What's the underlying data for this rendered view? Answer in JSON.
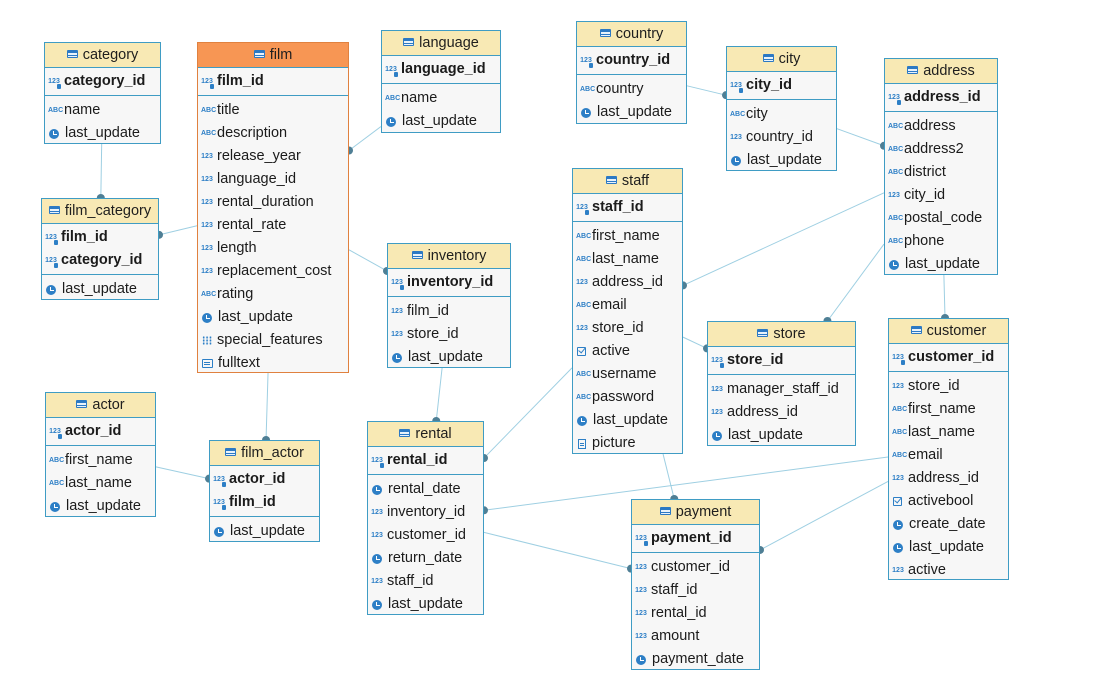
{
  "entities": [
    {
      "id": "category",
      "title": "category",
      "selected": false,
      "pk": [
        {
          "name": "category_id",
          "icon": "pk-numeric-icon"
        }
      ],
      "attrs": [
        {
          "name": "name",
          "icon": "text-type-icon"
        },
        {
          "name": "last_update",
          "icon": "timestamp-icon"
        }
      ]
    },
    {
      "id": "film",
      "title": "film",
      "selected": true,
      "pk": [
        {
          "name": "film_id",
          "icon": "pk-numeric-icon"
        }
      ],
      "attrs": [
        {
          "name": "title",
          "icon": "text-type-icon"
        },
        {
          "name": "description",
          "icon": "text-type-icon"
        },
        {
          "name": "release_year",
          "icon": "numeric-type-icon"
        },
        {
          "name": "language_id",
          "icon": "numeric-type-icon"
        },
        {
          "name": "rental_duration",
          "icon": "numeric-type-icon"
        },
        {
          "name": "rental_rate",
          "icon": "numeric-type-icon"
        },
        {
          "name": "length",
          "icon": "numeric-type-icon"
        },
        {
          "name": "replacement_cost",
          "icon": "numeric-type-icon"
        },
        {
          "name": "rating",
          "icon": "text-type-icon"
        },
        {
          "name": "last_update",
          "icon": "timestamp-icon"
        },
        {
          "name": "special_features",
          "icon": "array-type-icon"
        },
        {
          "name": "fulltext",
          "icon": "document-type-icon"
        }
      ]
    },
    {
      "id": "language",
      "title": "language",
      "selected": false,
      "pk": [
        {
          "name": "language_id",
          "icon": "pk-numeric-icon"
        }
      ],
      "attrs": [
        {
          "name": "name",
          "icon": "text-type-icon"
        },
        {
          "name": "last_update",
          "icon": "timestamp-icon"
        }
      ]
    },
    {
      "id": "country",
      "title": "country",
      "selected": false,
      "pk": [
        {
          "name": "country_id",
          "icon": "pk-numeric-icon"
        }
      ],
      "attrs": [
        {
          "name": "country",
          "icon": "text-type-icon"
        },
        {
          "name": "last_update",
          "icon": "timestamp-icon"
        }
      ]
    },
    {
      "id": "city",
      "title": "city",
      "selected": false,
      "pk": [
        {
          "name": "city_id",
          "icon": "pk-numeric-icon"
        }
      ],
      "attrs": [
        {
          "name": "city",
          "icon": "text-type-icon"
        },
        {
          "name": "country_id",
          "icon": "numeric-type-icon"
        },
        {
          "name": "last_update",
          "icon": "timestamp-icon"
        }
      ]
    },
    {
      "id": "address",
      "title": "address",
      "selected": false,
      "pk": [
        {
          "name": "address_id",
          "icon": "pk-numeric-icon"
        }
      ],
      "attrs": [
        {
          "name": "address",
          "icon": "text-type-icon"
        },
        {
          "name": "address2",
          "icon": "text-type-icon"
        },
        {
          "name": "district",
          "icon": "text-type-icon"
        },
        {
          "name": "city_id",
          "icon": "numeric-type-icon"
        },
        {
          "name": "postal_code",
          "icon": "text-type-icon"
        },
        {
          "name": "phone",
          "icon": "text-type-icon"
        },
        {
          "name": "last_update",
          "icon": "timestamp-icon"
        }
      ]
    },
    {
      "id": "film_category",
      "title": "film_category",
      "selected": false,
      "pk": [
        {
          "name": "film_id",
          "icon": "pk-numeric-icon"
        },
        {
          "name": "category_id",
          "icon": "pk-numeric-icon"
        }
      ],
      "attrs": [
        {
          "name": "last_update",
          "icon": "timestamp-icon"
        }
      ]
    },
    {
      "id": "staff",
      "title": "staff",
      "selected": false,
      "pk": [
        {
          "name": "staff_id",
          "icon": "pk-numeric-icon"
        }
      ],
      "attrs": [
        {
          "name": "first_name",
          "icon": "text-type-icon"
        },
        {
          "name": "last_name",
          "icon": "text-type-icon"
        },
        {
          "name": "address_id",
          "icon": "numeric-type-icon"
        },
        {
          "name": "email",
          "icon": "text-type-icon"
        },
        {
          "name": "store_id",
          "icon": "numeric-type-icon"
        },
        {
          "name": "active",
          "icon": "boolean-type-icon"
        },
        {
          "name": "username",
          "icon": "text-type-icon"
        },
        {
          "name": "password",
          "icon": "text-type-icon"
        },
        {
          "name": "last_update",
          "icon": "timestamp-icon"
        },
        {
          "name": "picture",
          "icon": "binary-type-icon"
        }
      ]
    },
    {
      "id": "inventory",
      "title": "inventory",
      "selected": false,
      "pk": [
        {
          "name": "inventory_id",
          "icon": "pk-numeric-icon"
        }
      ],
      "attrs": [
        {
          "name": "film_id",
          "icon": "numeric-type-icon"
        },
        {
          "name": "store_id",
          "icon": "numeric-type-icon"
        },
        {
          "name": "last_update",
          "icon": "timestamp-icon"
        }
      ]
    },
    {
      "id": "store",
      "title": "store",
      "selected": false,
      "pk": [
        {
          "name": "store_id",
          "icon": "pk-numeric-icon"
        }
      ],
      "attrs": [
        {
          "name": "manager_staff_id",
          "icon": "numeric-type-icon"
        },
        {
          "name": "address_id",
          "icon": "numeric-type-icon"
        },
        {
          "name": "last_update",
          "icon": "timestamp-icon"
        }
      ]
    },
    {
      "id": "customer",
      "title": "customer",
      "selected": false,
      "pk": [
        {
          "name": "customer_id",
          "icon": "pk-numeric-icon"
        }
      ],
      "attrs": [
        {
          "name": "store_id",
          "icon": "numeric-type-icon"
        },
        {
          "name": "first_name",
          "icon": "text-type-icon"
        },
        {
          "name": "last_name",
          "icon": "text-type-icon"
        },
        {
          "name": "email",
          "icon": "text-type-icon"
        },
        {
          "name": "address_id",
          "icon": "numeric-type-icon"
        },
        {
          "name": "activebool",
          "icon": "boolean-type-icon"
        },
        {
          "name": "create_date",
          "icon": "timestamp-icon"
        },
        {
          "name": "last_update",
          "icon": "timestamp-icon"
        },
        {
          "name": "active",
          "icon": "numeric-type-icon"
        }
      ]
    },
    {
      "id": "actor",
      "title": "actor",
      "selected": false,
      "pk": [
        {
          "name": "actor_id",
          "icon": "pk-numeric-icon"
        }
      ],
      "attrs": [
        {
          "name": "first_name",
          "icon": "text-type-icon"
        },
        {
          "name": "last_name",
          "icon": "text-type-icon"
        },
        {
          "name": "last_update",
          "icon": "timestamp-icon"
        }
      ]
    },
    {
      "id": "film_actor",
      "title": "film_actor",
      "selected": false,
      "pk": [
        {
          "name": "actor_id",
          "icon": "pk-numeric-icon"
        },
        {
          "name": "film_id",
          "icon": "pk-numeric-icon"
        }
      ],
      "attrs": [
        {
          "name": "last_update",
          "icon": "timestamp-icon"
        }
      ]
    },
    {
      "id": "rental",
      "title": "rental",
      "selected": false,
      "pk": [
        {
          "name": "rental_id",
          "icon": "pk-numeric-icon"
        }
      ],
      "attrs": [
        {
          "name": "rental_date",
          "icon": "timestamp-icon"
        },
        {
          "name": "inventory_id",
          "icon": "numeric-type-icon"
        },
        {
          "name": "customer_id",
          "icon": "numeric-type-icon"
        },
        {
          "name": "return_date",
          "icon": "timestamp-icon"
        },
        {
          "name": "staff_id",
          "icon": "numeric-type-icon"
        },
        {
          "name": "last_update",
          "icon": "timestamp-icon"
        }
      ]
    },
    {
      "id": "payment",
      "title": "payment",
      "selected": false,
      "pk": [
        {
          "name": "payment_id",
          "icon": "pk-numeric-icon"
        }
      ],
      "attrs": [
        {
          "name": "customer_id",
          "icon": "numeric-type-icon"
        },
        {
          "name": "staff_id",
          "icon": "numeric-type-icon"
        },
        {
          "name": "rental_id",
          "icon": "numeric-type-icon"
        },
        {
          "name": "amount",
          "icon": "numeric-type-icon"
        },
        {
          "name": "payment_date",
          "icon": "timestamp-icon"
        }
      ]
    }
  ],
  "relationships": [
    {
      "from": "category",
      "to": "film_category"
    },
    {
      "from": "film",
      "to": "film_category"
    },
    {
      "from": "language",
      "to": "film"
    },
    {
      "from": "film",
      "to": "inventory"
    },
    {
      "from": "film",
      "to": "film_actor"
    },
    {
      "from": "actor",
      "to": "film_actor"
    },
    {
      "from": "country",
      "to": "city"
    },
    {
      "from": "city",
      "to": "address"
    },
    {
      "from": "address",
      "to": "staff"
    },
    {
      "from": "address",
      "to": "store"
    },
    {
      "from": "address",
      "to": "customer"
    },
    {
      "from": "staff",
      "to": "store"
    },
    {
      "from": "staff",
      "to": "rental"
    },
    {
      "from": "staff",
      "to": "payment"
    },
    {
      "from": "inventory",
      "to": "rental"
    },
    {
      "from": "customer",
      "to": "rental"
    },
    {
      "from": "customer",
      "to": "payment"
    },
    {
      "from": "rental",
      "to": "payment"
    }
  ],
  "colors": {
    "border": "#3f9cc4",
    "header": "#f8e9b4",
    "header_selected": "#f79654",
    "body": "#f7f7f7",
    "link": "#9ecfe2",
    "endpoint": "#4f7f95",
    "icon": "#2d7fc6"
  }
}
